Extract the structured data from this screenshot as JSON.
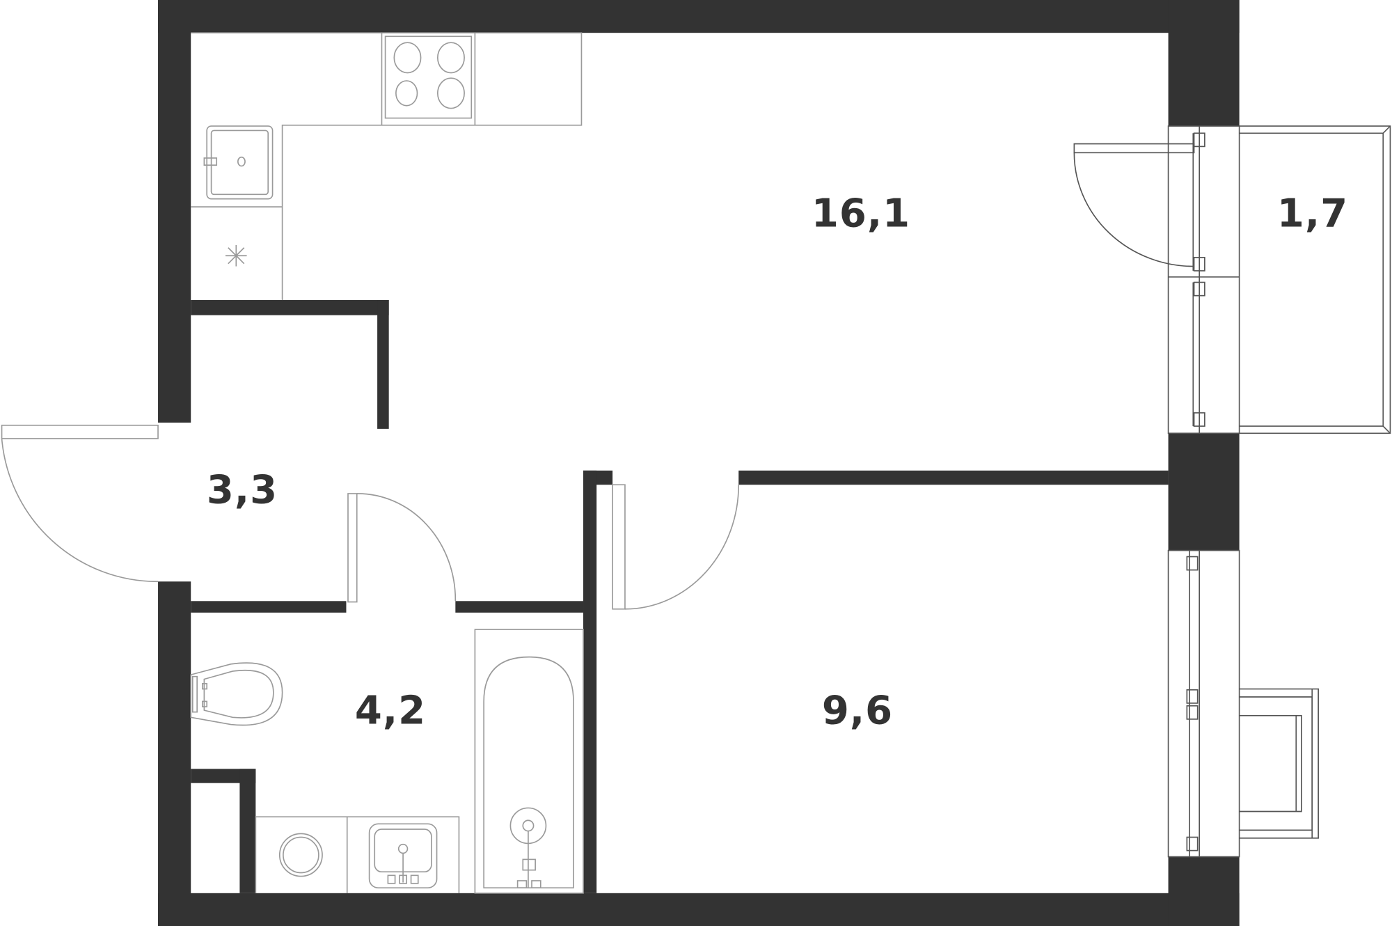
{
  "plan": {
    "type": "apartment-floor-plan",
    "colors": {
      "wall": "#333333",
      "fixture_line": "#9a9a9a",
      "label": "#333333",
      "background": "#ffffff"
    },
    "rooms": [
      {
        "id": "living-kitchen",
        "label": "16,1"
      },
      {
        "id": "balcony",
        "label": "1,7"
      },
      {
        "id": "hallway",
        "label": "3,3"
      },
      {
        "id": "bathroom",
        "label": "4,2"
      },
      {
        "id": "bedroom",
        "label": "9,6"
      }
    ],
    "fixtures": [
      "stove-icon",
      "kitchen-sink-icon",
      "ventilation-icon",
      "toilet-icon",
      "washing-machine-icon",
      "bathroom-sink-icon",
      "bathtub-icon",
      "radiator-icon"
    ]
  }
}
